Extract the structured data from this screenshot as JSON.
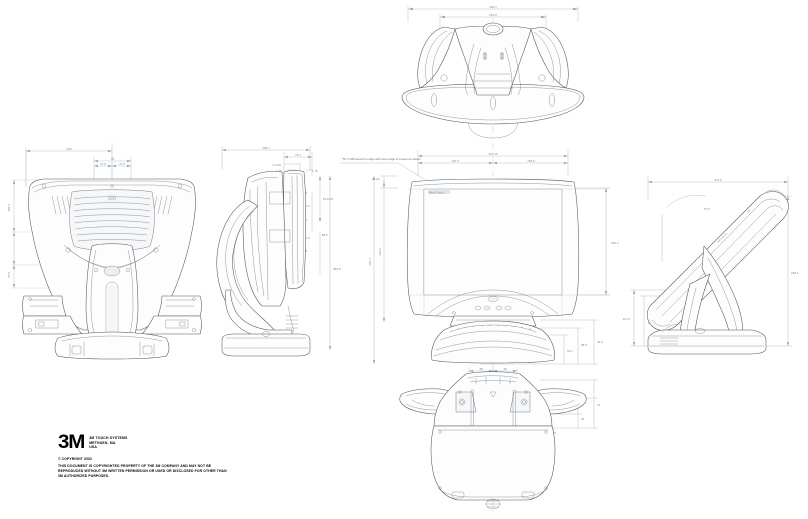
{
  "document": {
    "type": "mechanical-engineering-drawing",
    "subject": "3M MicroTouch touch-screen monitor with tilt stand",
    "units": "mm"
  },
  "title_block": {
    "logo": "3M",
    "company_lines": [
      "3M TOUCH SYSTEMS",
      "METHUEN, MA",
      "USA"
    ],
    "copyright_line": "© COPYRIGHT 2002",
    "copyright_body": "THIS DOCUMENT IS COPYRIGHTED PROPERTY OF THE 3M COMPANY AND MAY NOT BE REPRODUCED WITHOUT 3M WRITTEN PERMISSION OR USED OR DISCLOSED FOR OTHER THAN 3M AUTHORIZED PURPOSES."
  },
  "notes": {
    "microtouch_alignment": "\"M\" in Microtouch to align with inner edge of screen as shown"
  },
  "views": {
    "top": {
      "name": "top-view",
      "dims": {
        "overall_width": "448.0",
        "inner_width": "262.8"
      }
    },
    "rear": {
      "name": "rear-view",
      "dims": {
        "overall_width": "200",
        "vesa_width": "75",
        "vesa_half_left": "37.5",
        "vesa_half_right": "37.5",
        "height_upper": "150.6",
        "height_lower": "75.0"
      }
    },
    "side_left": {
      "name": "left-side-view",
      "dims": {
        "overall_depth": "238.7",
        "bezel_depth": "79.1",
        "detail_a": "F 6.00",
        "detail_b": "1.75",
        "detail_c": "1.75",
        "screen_height": "62.8.00",
        "slot_1": "4",
        "slot_2": "27.0",
        "slot_3": "4",
        "slot_4": "27.0",
        "slot_5": "5",
        "mid_height": "88.5",
        "overall_height": "285.8"
      }
    },
    "front": {
      "name": "front-view",
      "dims": {
        "overall_width": "367.25",
        "half_left": "153.6",
        "half_right": "153.6",
        "screen_offset_top": "20.94",
        "bezel_height": "336.2",
        "overall_height": "358.4",
        "screen_height": "236.2",
        "base_height_1": "44.9",
        "base_height_2": "38.9",
        "base_height_3": "32.1"
      }
    },
    "side_tilted": {
      "name": "tilted-side-view",
      "dims": {
        "overall_depth": "371.0",
        "tilt_angle": "57.5",
        "overall_height": "328.6",
        "base_height": "127.0",
        "base_height_2": "111.7"
      }
    },
    "bottom": {
      "name": "bottom-view",
      "dims": {
        "pitch_a": "48",
        "pitch_b": "48",
        "pitch_c": "48",
        "depth_1": "72",
        "depth_2": "35",
        "hole_1": "4.5",
        "hole_2": "R 2.75",
        "edge": "12"
      }
    }
  }
}
